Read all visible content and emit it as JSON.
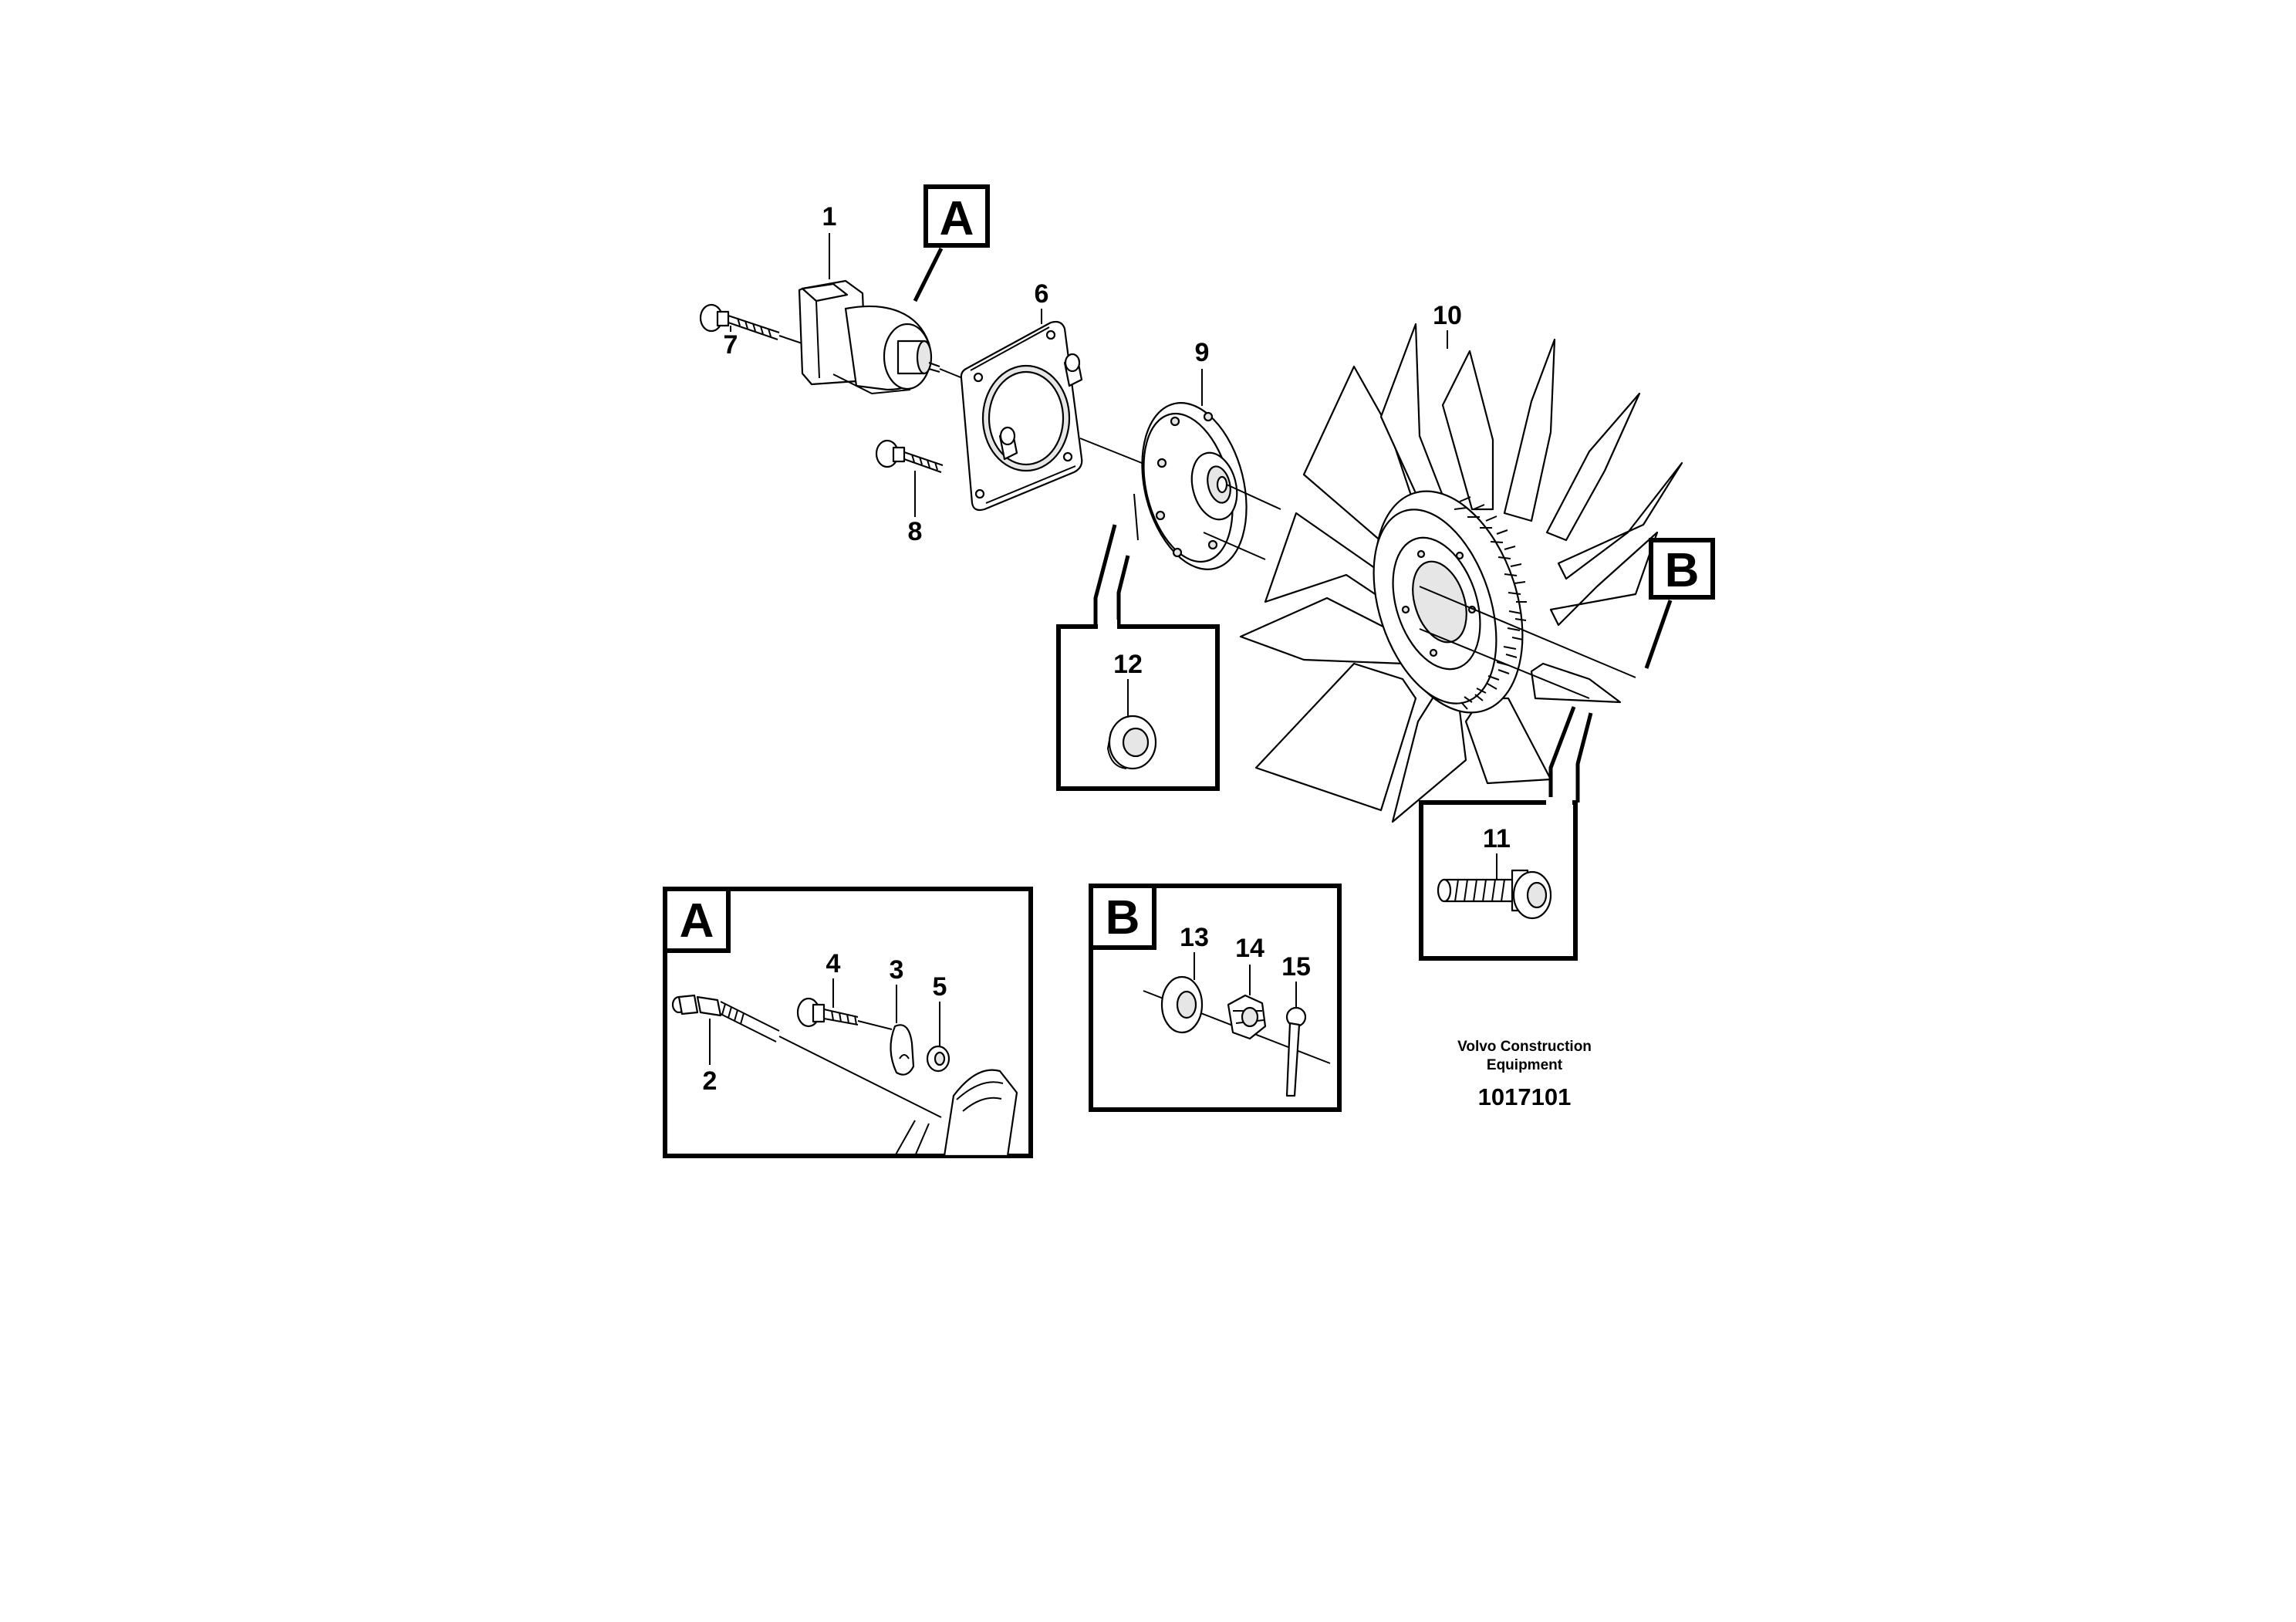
{
  "callouts": {
    "p1": "1",
    "p2": "2",
    "p3": "3",
    "p4": "4",
    "p5": "5",
    "p6": "6",
    "p7": "7",
    "p8": "8",
    "p9": "9",
    "p10": "10",
    "p11": "11",
    "p12": "12",
    "p13": "13",
    "p14": "14",
    "p15": "15"
  },
  "detail_refs": {
    "a_pointer": "A",
    "b_pointer": "B",
    "a_inset": "A",
    "b_inset": "B"
  },
  "footer": {
    "maker_line1": "Volvo Construction",
    "maker_line2": "Equipment",
    "drawing_number": "1017101"
  },
  "colors": {
    "ink": "#000000",
    "paper": "#ffffff",
    "shade": "#e6e6e6"
  }
}
